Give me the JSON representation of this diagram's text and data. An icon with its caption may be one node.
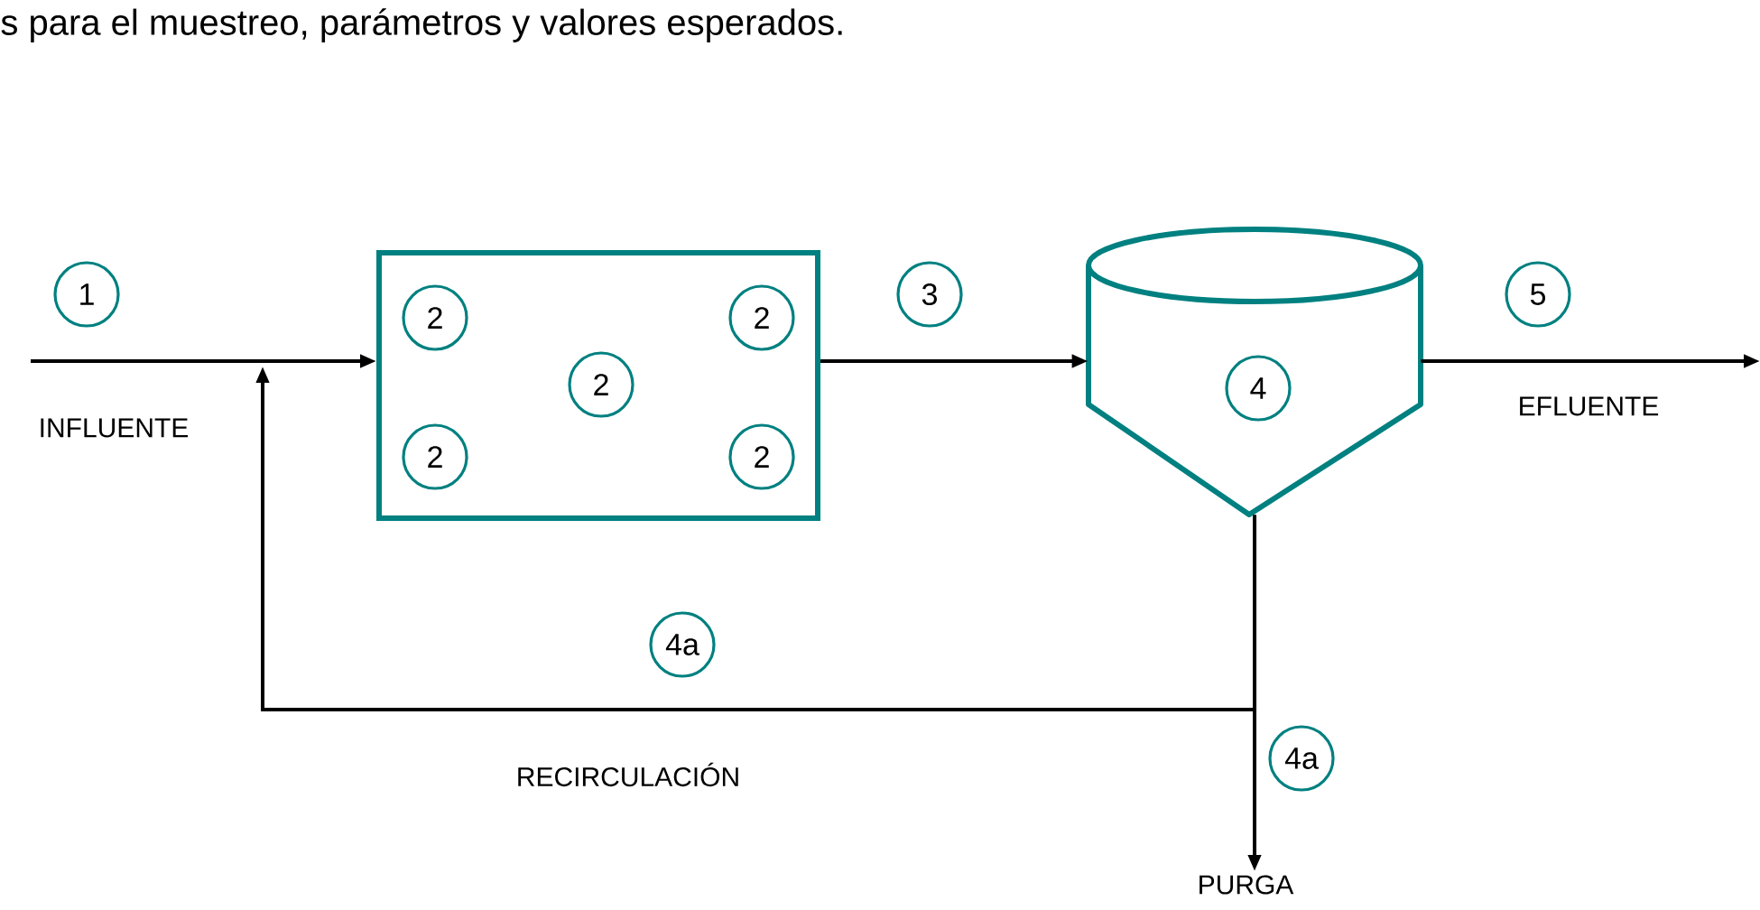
{
  "diagram": {
    "nodes": [
      {
        "text": [
          "1"
        ]
      },
      {
        "text": [],
        "shape": "box"
      },
      {
        "text": [
          "2"
        ],
        "in": 1
      },
      {
        "text": [
          "2"
        ],
        "in": 1
      },
      {
        "text": [
          "2"
        ],
        "in": 1
      },
      {
        "text": [
          "2"
        ],
        "in": 1
      },
      {
        "text": [
          "2"
        ],
        "in": 1
      },
      {
        "text": [
          "3"
        ]
      },
      {
        "text": [],
        "shape": "cylinder"
      },
      {
        "text": [
          "4"
        ],
        "in": 8
      },
      {
        "text": [
          "5"
        ]
      },
      {
        "text": [
          "4a"
        ]
      },
      {
        "text": [
          "4a"
        ]
      },
      {
        "text": [
          "PURGA"
        ]
      }
    ],
    "edges": [
      {
        "from": null,
        "to": 1,
        "arrow": "to"
      },
      {
        "from": 1,
        "to": 8,
        "arrow": "to"
      },
      {
        "from": 8,
        "to": null,
        "arrow": "to"
      },
      {
        "from": 8,
        "to": 13,
        "arrow": "to"
      },
      {
        "from": 8,
        "to": 1,
        "arrow": "to",
        "label": "RECIRCULACIÓN"
      }
    ],
    "labels": [
      "s para el muestreo, parámetros y valores esperados.",
      "INFLUENTE",
      "EFLUENTE"
    ]
  }
}
